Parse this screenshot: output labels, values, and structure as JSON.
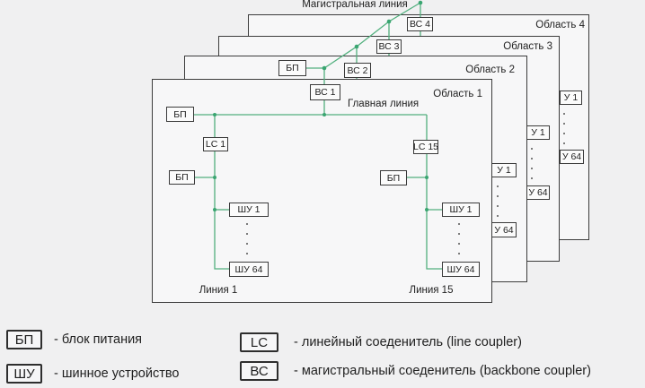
{
  "diagram": {
    "backbone_line_label": "Магистральная линия",
    "main_line_label": "Главная линия",
    "areas": {
      "area1": "Область 1",
      "area2": "Область 2",
      "area3": "Область 3",
      "area4": "Область 4"
    },
    "boxes": {
      "bp": "БП",
      "bc1": "ВС 1",
      "bc2": "ВС 2",
      "bc3": "ВС 3",
      "bc4": "ВС 4",
      "lc1": "LC 1",
      "lc15": "LC 15",
      "shu1": "ШУ 1",
      "shu64": "ШУ 64",
      "partial_shu1": "У 1",
      "partial_shu64": "У 64"
    },
    "line_labels": {
      "line1": "Линия 1",
      "line15": "Линия 15"
    }
  },
  "legend": [
    {
      "symbol": "БП",
      "description": "- блок питания"
    },
    {
      "symbol": "ШУ",
      "description": "- шинное устройство"
    },
    {
      "symbol": "LC",
      "description": "- линейный соеденитель (line coupler)"
    },
    {
      "symbol": "ВС",
      "description": "- магистральный соеденитель (backbone coupler)"
    }
  ],
  "colors": {
    "bus_line_green": "#52b07e",
    "junction_dot_green": "#3aa571",
    "sheet_border": "#3c3c3c",
    "background": "#f0f0f1"
  }
}
